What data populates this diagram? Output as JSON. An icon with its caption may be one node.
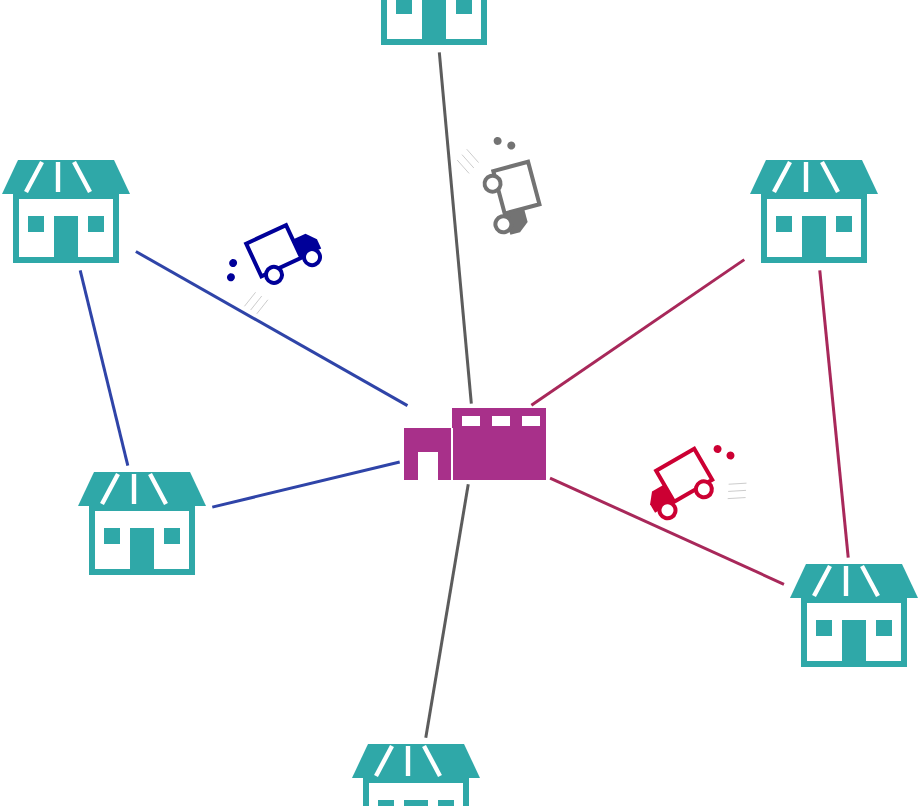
{
  "diagram": {
    "nodes": [
      {
        "text": [],
        "shape": "picture"
      },
      {
        "text": [],
        "shape": "picture"
      },
      {
        "text": [],
        "shape": "picture"
      },
      {
        "text": [],
        "shape": "picture"
      },
      {
        "text": [],
        "shape": "picture"
      },
      {
        "text": [],
        "shape": "picture"
      },
      {
        "text": [],
        "shape": "picture"
      }
    ],
    "edges": [
      {
        "from": 1,
        "to": 0,
        "arrow": "none",
        "color": "#5c5c5c"
      },
      {
        "from": 2,
        "to": 0,
        "arrow": "none",
        "color": "#2f44a8"
      },
      {
        "from": 3,
        "to": 0,
        "arrow": "none",
        "color": "#a8285a"
      },
      {
        "from": 2,
        "to": 4,
        "arrow": "none",
        "color": "#2f44a8"
      },
      {
        "from": 4,
        "to": 0,
        "arrow": "none",
        "color": "#2f44a8"
      },
      {
        "from": 3,
        "to": 5,
        "arrow": "none",
        "color": "#a8285a"
      },
      {
        "from": 0,
        "to": 5,
        "arrow": "none",
        "color": "#a8285a"
      },
      {
        "from": 0,
        "to": 6,
        "arrow": "none",
        "color": "#5c5c5c"
      }
    ]
  }
}
